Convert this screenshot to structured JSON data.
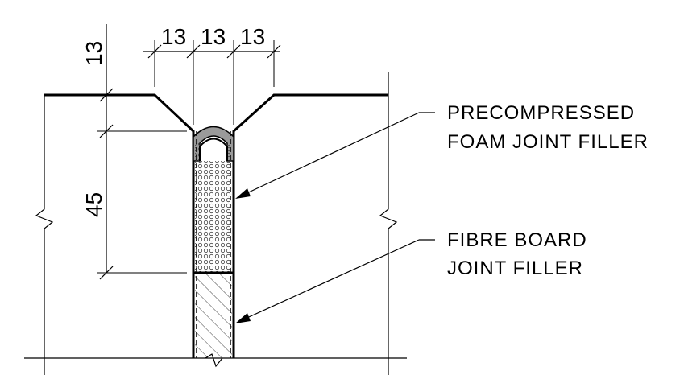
{
  "drawing": {
    "dimensions": {
      "top_offset": "13",
      "width_left": "13",
      "width_mid": "13",
      "width_right": "13",
      "depth": "45"
    },
    "labels": {
      "foam_line1": "PRECOMPRESSED",
      "foam_line2": "FOAM JOINT FILLER",
      "board_line1": "FIBRE BOARD",
      "board_line2": "JOINT FILLER"
    }
  }
}
